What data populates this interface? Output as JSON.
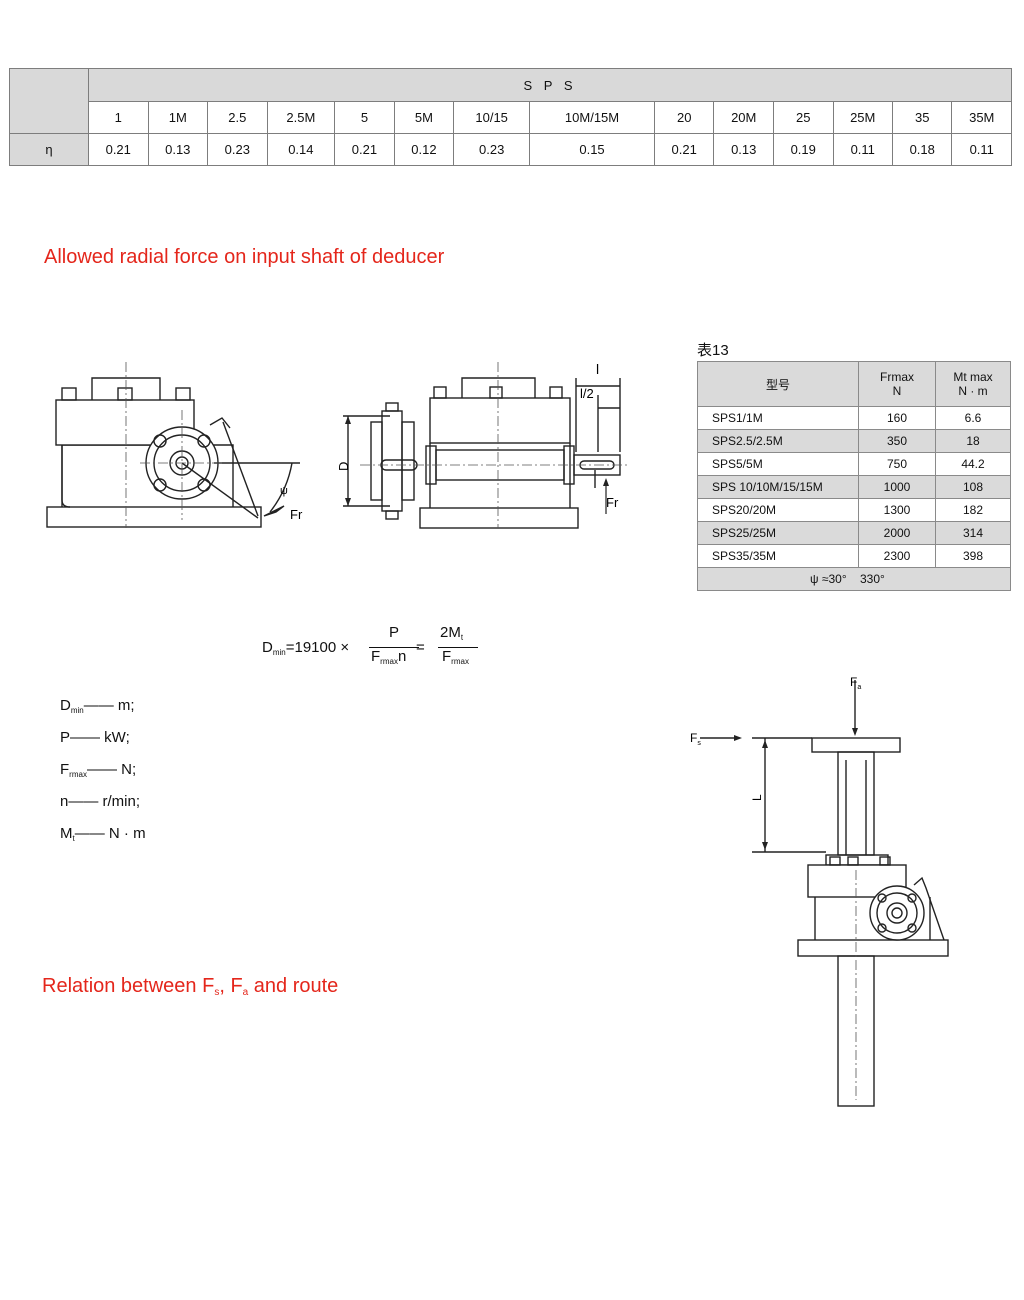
{
  "efficiency_table": {
    "group_label": "S P S",
    "row_label": "η",
    "models": [
      "1",
      "1M",
      "2.5",
      "2.5M",
      "5",
      "5M",
      "10/15",
      "10M/15M",
      "20",
      "20M",
      "25",
      "25M",
      "35",
      "35M"
    ],
    "values": [
      "0.21",
      "0.13",
      "0.23",
      "0.14",
      "0.21",
      "0.12",
      "0.23",
      "0.15",
      "0.21",
      "0.13",
      "0.19",
      "0.11",
      "0.18",
      "0.11"
    ]
  },
  "section1_title": "Allowed radial force on input shaft of deducer",
  "diagram_labels": {
    "psi": "ψ",
    "fr": "Fr",
    "d": "D",
    "l": "l",
    "l_half": "l/2"
  },
  "table13": {
    "caption": "表13",
    "header_model": "型号",
    "header_frmax": "Frmax",
    "header_frmax_unit": "N",
    "header_mt": "Mt max",
    "header_mt_unit": "N · m",
    "rows": [
      {
        "model": "SPS1/1M",
        "frmax": "160",
        "mt": "6.6"
      },
      {
        "model": "SPS2.5/2.5M",
        "frmax": "350",
        "mt": "18"
      },
      {
        "model": "SPS5/5M",
        "frmax": "750",
        "mt": "44.2"
      },
      {
        "model": "SPS 10/10M/15/15M",
        "frmax": "1000",
        "mt": "108"
      },
      {
        "model": "SPS20/20M",
        "frmax": "1300",
        "mt": "182"
      },
      {
        "model": "SPS25/25M",
        "frmax": "2000",
        "mt": "314"
      },
      {
        "model": "SPS35/35M",
        "frmax": "2300",
        "mt": "398"
      }
    ],
    "footer_psi": "ψ ≈30°",
    "footer_angle": "330°"
  },
  "formula": {
    "lhs": "D",
    "lhs_sub": "min",
    "equals_const": "=19100 ×",
    "num1": "P",
    "den1": "F",
    "den1_sub": "rmax",
    "den1_tail": "n",
    "equals": "=",
    "num2": "2M",
    "num2_sub": "t",
    "den2": "F",
    "den2_sub": "rmax"
  },
  "legend": [
    {
      "sym": "D",
      "sub": "min",
      "text": "—— m;"
    },
    {
      "sym": "P",
      "sub": "",
      "text": "—— kW;"
    },
    {
      "sym": "F",
      "sub": "rmax",
      "text": "—— N;"
    },
    {
      "sym": "n",
      "sub": "",
      "text": "——  r/min;"
    },
    {
      "sym": "M",
      "sub": "t",
      "text": "——  N · m"
    }
  ],
  "section2_title_a": "Relation between F",
  "section2_sub_s": "s",
  "section2_mid": ", F",
  "section2_sub_a": "a",
  "section2_tail": " and route",
  "jack_labels": {
    "fa": "F",
    "fa_sub": "a",
    "fs": "F",
    "fs_sub": "s",
    "l": "L"
  }
}
